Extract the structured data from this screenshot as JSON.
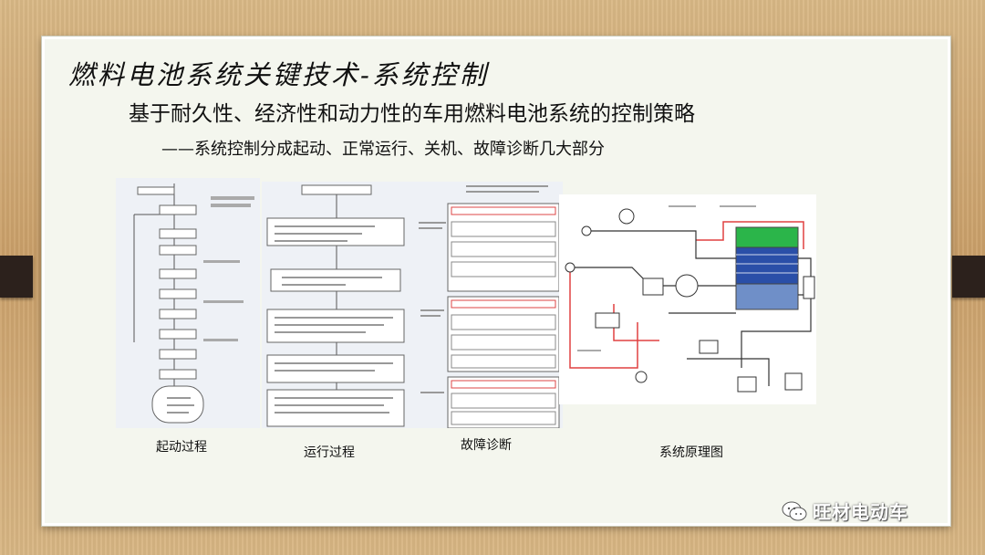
{
  "slide": {
    "title": "燃料电池系统关键技术-系统控制",
    "subtitle": "基于耐久性、经济性和动力性的车用燃料电池系统的控制策略",
    "subnote": "——系统控制分成起动、正常运行、关机、故障诊断几大部分"
  },
  "captions": {
    "startup": "起动过程",
    "running": "运行过程",
    "fault": "故障诊断",
    "schematic": "系统原理图"
  },
  "watermark": {
    "icon": "wechat-icon",
    "text": "旺材电动车"
  },
  "colors": {
    "wood": "#caa06a",
    "board": "#f4f6ee",
    "stack_top": "#2bb54a",
    "stack_bottom": "#2a4fa8",
    "diagram_red": "#e04040"
  }
}
